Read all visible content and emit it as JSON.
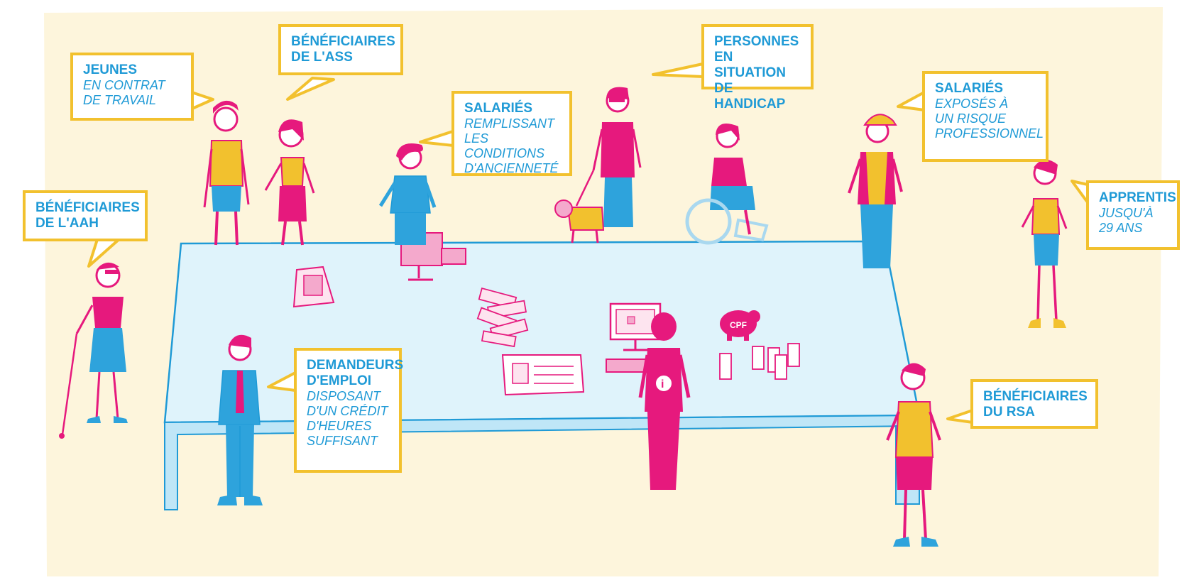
{
  "colors": {
    "background": "#fdf5dc",
    "table": "#dff3fb",
    "table_stroke": "#1f9ad6",
    "bubble_border": "#f2c12e",
    "text": "#1f9ad6",
    "magenta": "#e6197d",
    "yellow": "#f2c12e",
    "blue": "#2ea3dc",
    "pink": "#f4a9cc"
  },
  "bubbles": [
    {
      "id": "jeunes",
      "title": "JEUNES",
      "subtitle": "EN CONTRAT\nDE TRAVAIL"
    },
    {
      "id": "ass",
      "title": "BÉNÉFICIAIRES\nDE L'ASS",
      "subtitle": ""
    },
    {
      "id": "salaries-anciennete",
      "title": "SALARIÉS",
      "subtitle": "REMPLISSANT\nLES CONDITIONS\nD'ANCIENNETÉ"
    },
    {
      "id": "handicap",
      "title": "PERSONNES\nEN SITUATION\nDE HANDICAP",
      "subtitle": ""
    },
    {
      "id": "salaries-risque",
      "title": "SALARIÉS",
      "subtitle": "EXPOSÉS À\nUN RISQUE\nPROFESSIONNEL"
    },
    {
      "id": "apprentis",
      "title": "APPRENTIS",
      "subtitle": "JUSQU'À\n29 ANS"
    },
    {
      "id": "aah",
      "title": "BÉNÉFICIAIRES\nDE L'AAH",
      "subtitle": ""
    },
    {
      "id": "demandeurs",
      "title": "DEMANDEURS\nD'EMPLOI",
      "subtitle": "DISPOSANT\nD'UN CRÉDIT\nD'HEURES\nSUFFISANT"
    },
    {
      "id": "rsa",
      "title": "BÉNÉFICIAIRES\nDU RSA",
      "subtitle": ""
    }
  ],
  "props": {
    "piggy_bank_label": "CPF"
  }
}
